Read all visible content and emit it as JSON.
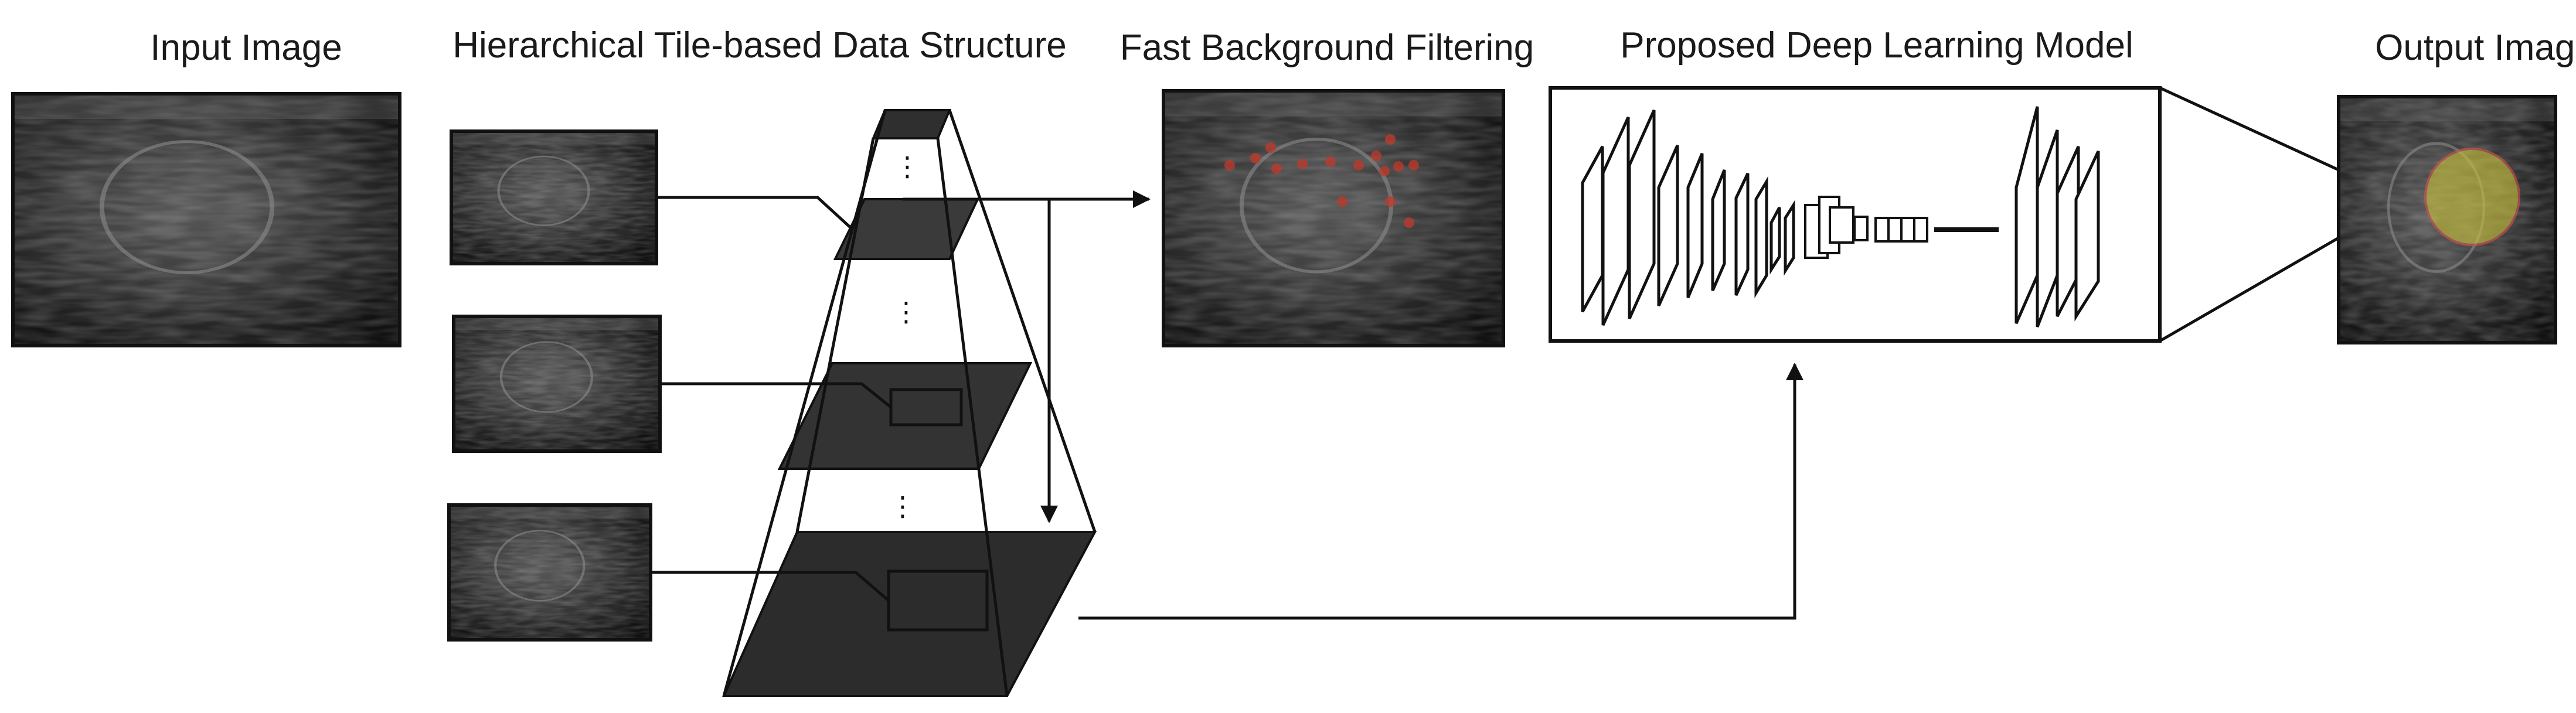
{
  "titles": {
    "input": "Input Image",
    "hierarchy": "Hierarchical Tile-based Data Structure",
    "filtering": "Fast Background Filtering",
    "model": "Proposed Deep Learning Model",
    "output": "Output Image"
  },
  "ellipsis": "⋮",
  "colors": {
    "line": "#111111",
    "ultrasound": "#3a3a3a",
    "detections": "#c0392b",
    "segmentation_fill": "#c9c23a",
    "segmentation_edge": "#d9534f"
  }
}
